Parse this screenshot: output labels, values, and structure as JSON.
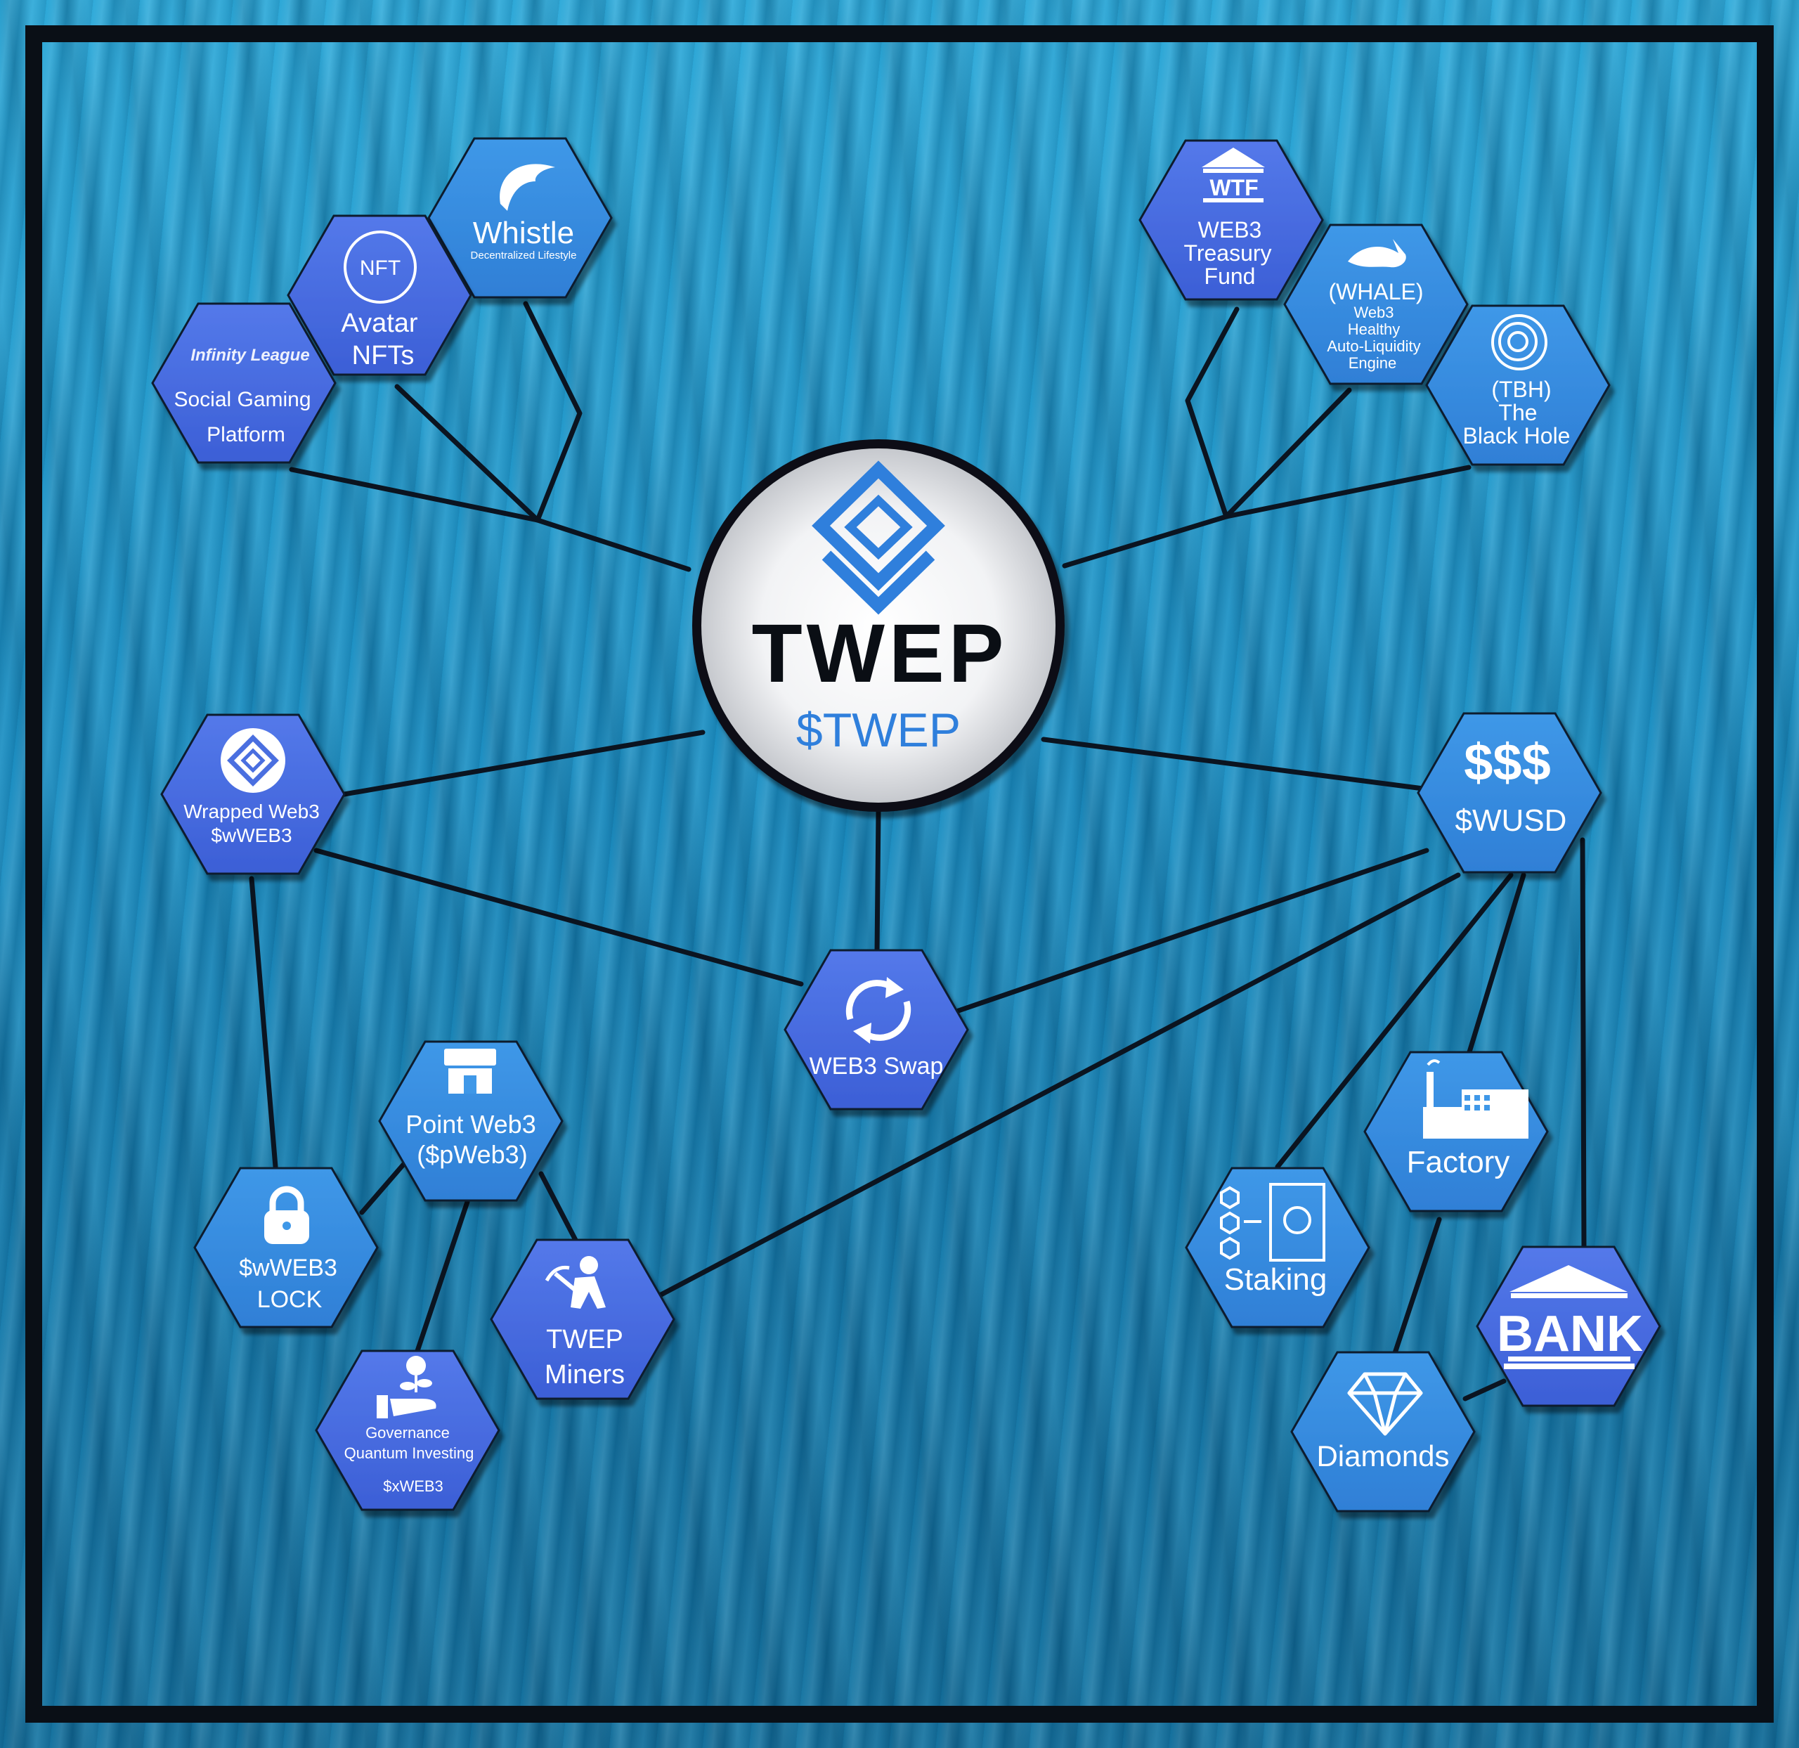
{
  "diagram": {
    "center": {
      "logo_text": "TWEP",
      "ticker": "$TWEP"
    },
    "nodes": {
      "whistle": {
        "title": "Whistle",
        "subtitle": "Decentralized Lifestyle",
        "icon": "dolphin-icon"
      },
      "avatar_nfts": {
        "badge": "NFT",
        "lines": [
          "Avatar",
          "NFTs"
        ],
        "icon": "nft-icon"
      },
      "social_gaming": {
        "logo_text": "Infinity League",
        "lines": [
          "Social Gaming",
          "Platform"
        ],
        "icon": "infinity-league-logo"
      },
      "wtf": {
        "badge": "WTF",
        "lines": [
          "WEB3",
          "Treasury",
          "Fund"
        ],
        "icon": "treasury-building-icon"
      },
      "whale": {
        "lines": [
          "(WHALE)",
          "Web3",
          "Healthy",
          "Auto-Liquidity",
          "Engine"
        ],
        "icon": "orca-icon"
      },
      "black_hole": {
        "lines": [
          "(TBH)",
          "The",
          "Black Hole"
        ],
        "icon": "black-hole-icon"
      },
      "wrapped_web3": {
        "lines": [
          "Wrapped  Web3",
          "$wWEB3"
        ],
        "icon": "wrapped-badge-icon"
      },
      "wusd": {
        "title": "$WUSD",
        "symbol": "$$$",
        "icon": "dollar-icon"
      },
      "web3_swap": {
        "title": "WEB3 Swap",
        "icon": "swap-icon"
      },
      "point_web3": {
        "lines": [
          "Point Web3",
          "($pWeb3)"
        ],
        "icon": "store-icon"
      },
      "wweb3_lock": {
        "lines": [
          "$wWEB3",
          "LOCK"
        ],
        "icon": "padlock-icon"
      },
      "twep_miners": {
        "lines": [
          "TWEP",
          "Miners"
        ],
        "icon": "miner-icon"
      },
      "governance": {
        "lines": [
          "Governance",
          "Quantum Investing",
          "$xWEB3"
        ],
        "icon": "plant-hand-icon"
      },
      "factory": {
        "title": "Factory",
        "icon": "factory-icon"
      },
      "staking": {
        "title": "Staking",
        "icon": "vault-icon"
      },
      "bank": {
        "title": "BANK",
        "icon": "bank-icon"
      },
      "diamonds": {
        "title": "Diamonds",
        "icon": "diamond-icon"
      }
    }
  },
  "colors": {
    "hex_fill": "#4a6fe0",
    "hex_fill_light": "#3a8ee0",
    "hex_stroke": "#0d1a2e",
    "line": "#0b1420",
    "frame": "#0a0f16",
    "logo_blue": "#2f7fdc",
    "logo_dark": "#0a0e14"
  }
}
